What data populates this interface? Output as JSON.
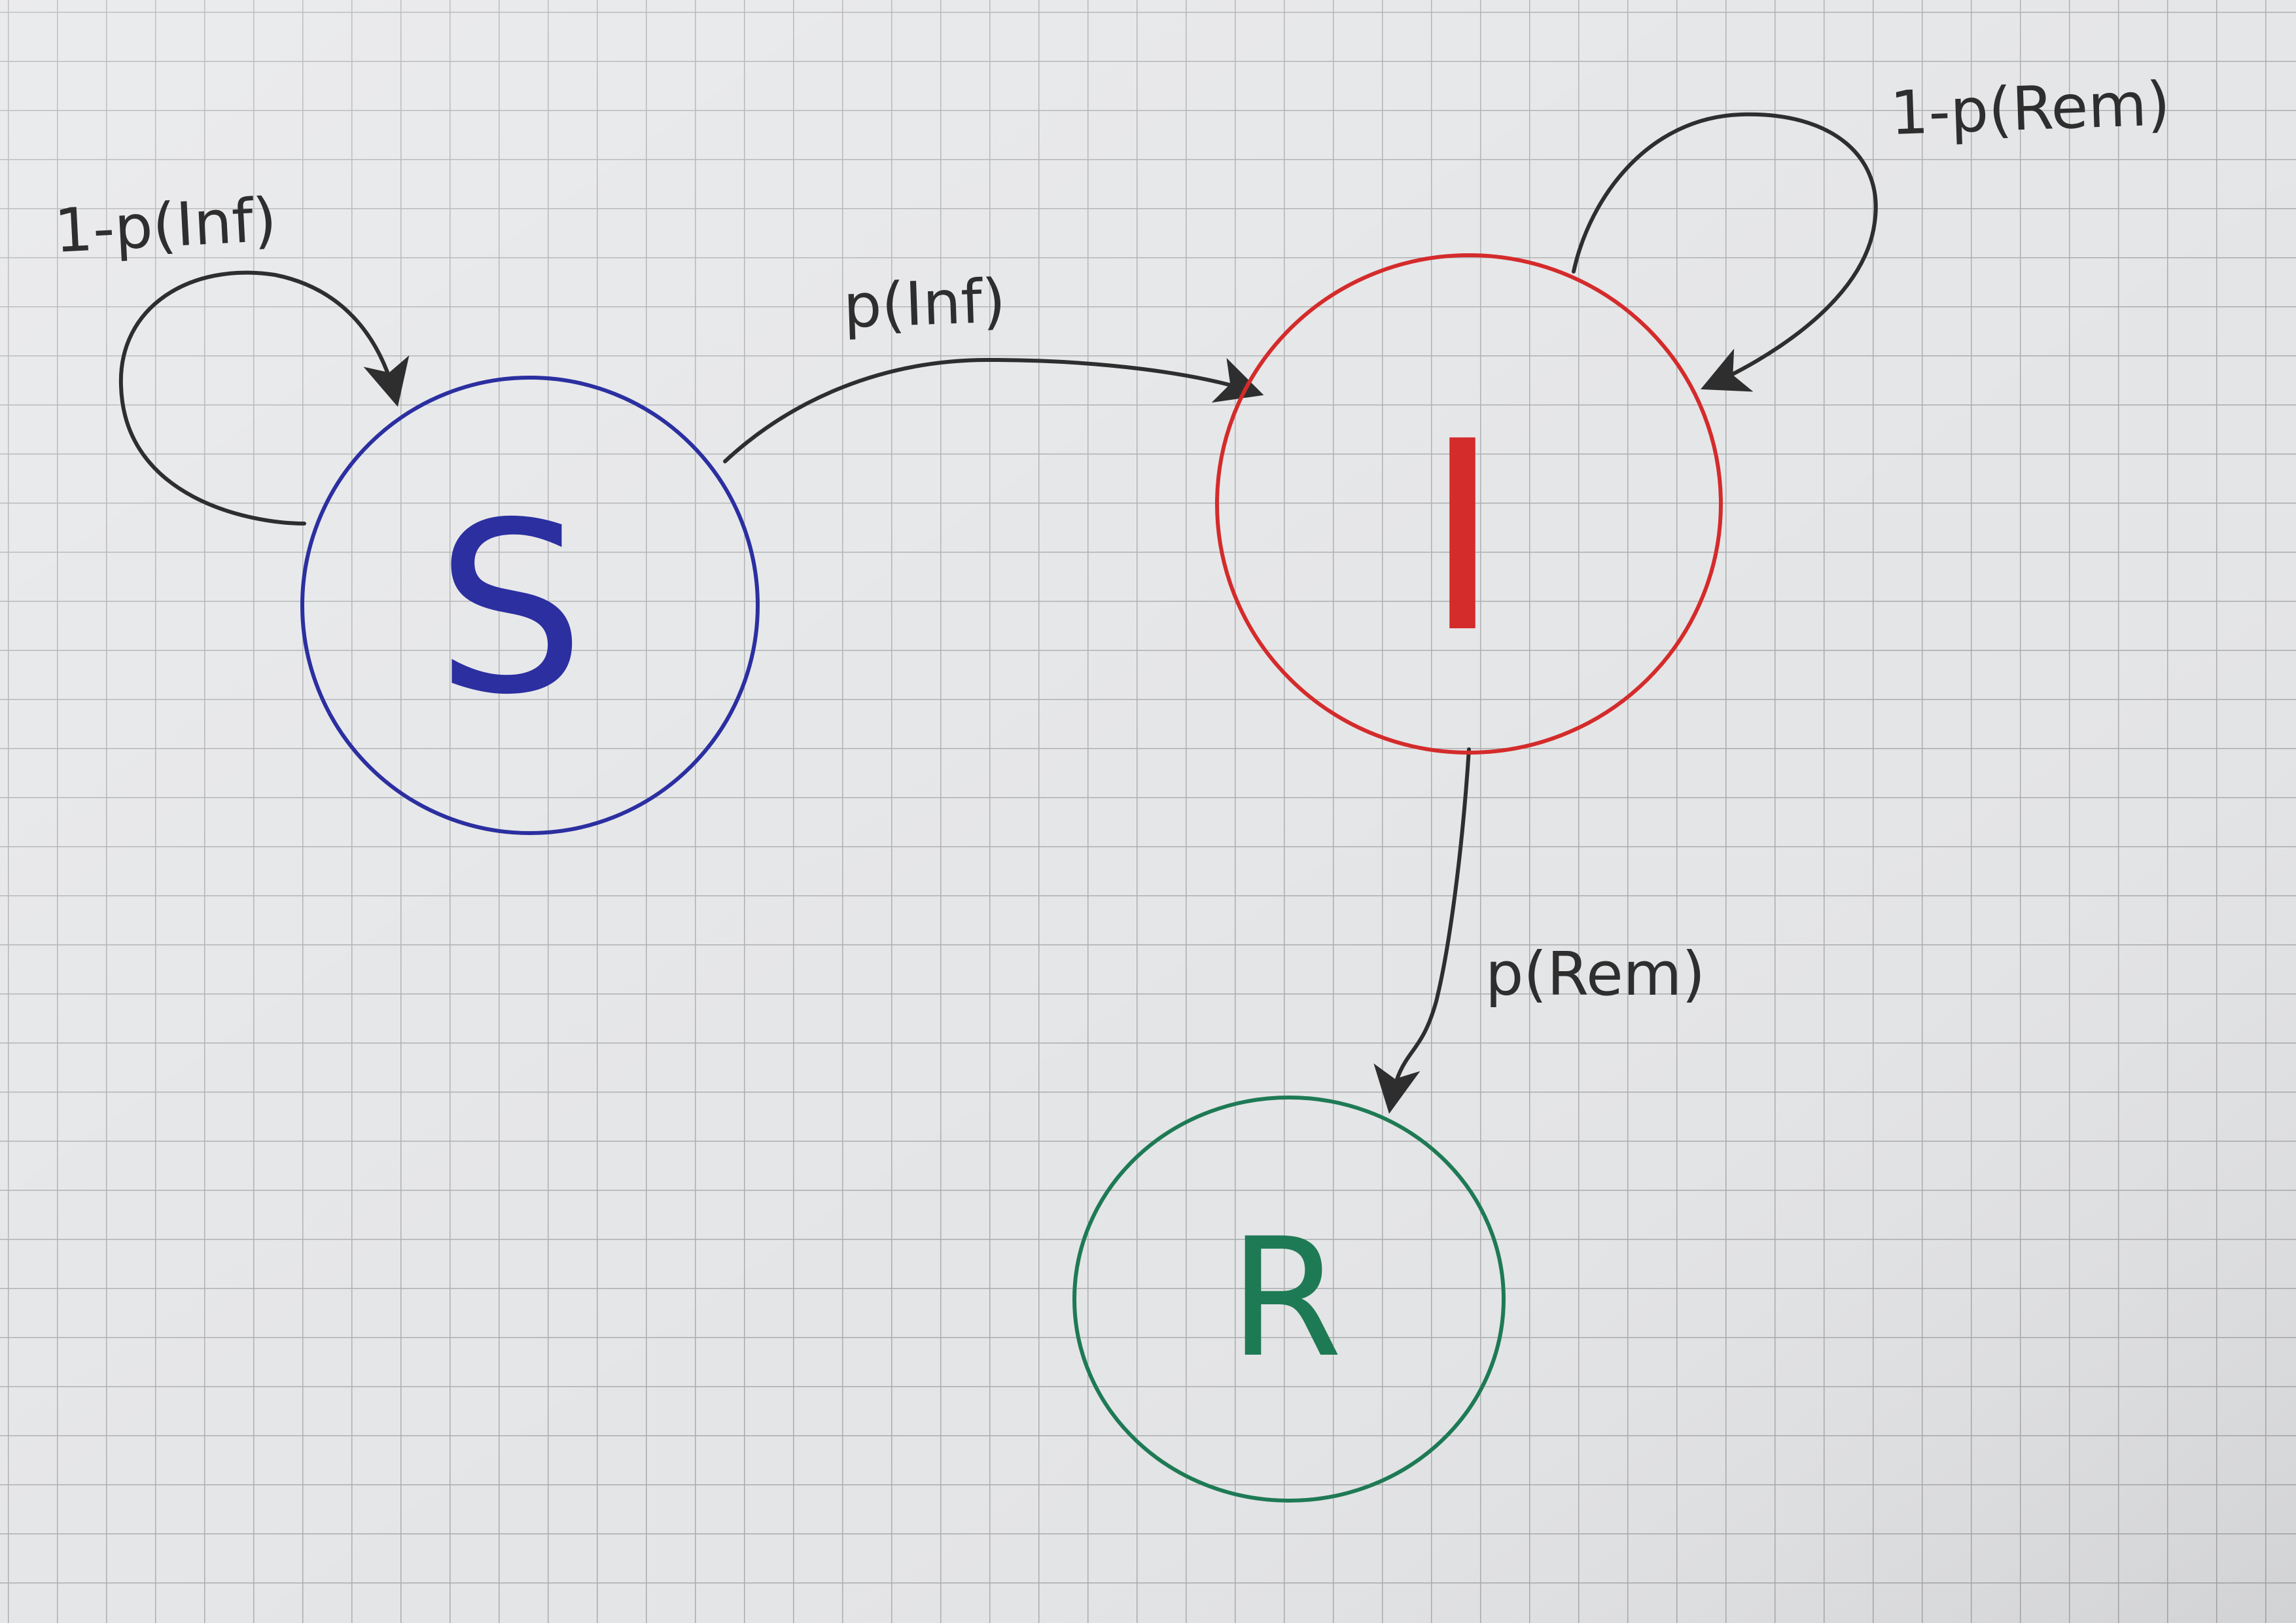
{
  "diagram": {
    "nodes": [
      {
        "id": "S",
        "label": "S",
        "color": "#2b2fa0"
      },
      {
        "id": "I",
        "label": "I",
        "color": "#d42b2b"
      },
      {
        "id": "R",
        "label": "R",
        "color": "#1e7a55"
      }
    ],
    "edges": [
      {
        "from": "S",
        "to": "S",
        "label": "1-p(Inf)"
      },
      {
        "from": "S",
        "to": "I",
        "label": "p(Inf)"
      },
      {
        "from": "I",
        "to": "I",
        "label": "1-p(Rem)"
      },
      {
        "from": "I",
        "to": "R",
        "label": "p(Rem)"
      }
    ],
    "edge_color": "#2e2e2e",
    "paper_color": "#e4e5e7",
    "grid_color": "#a9abad"
  }
}
